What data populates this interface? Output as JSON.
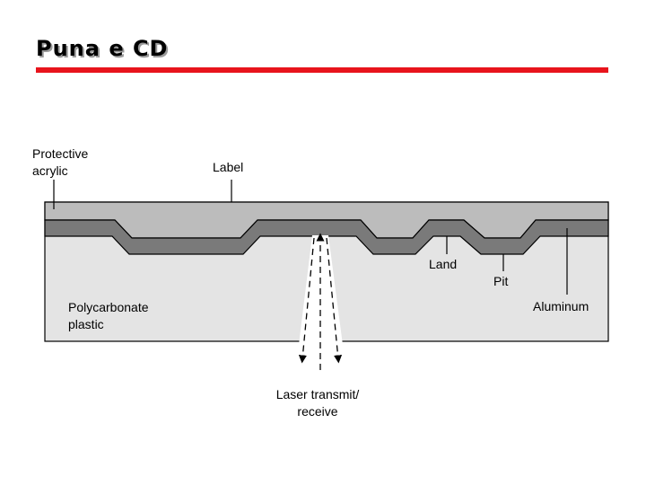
{
  "title": "Puna e CD",
  "colors": {
    "accent_rule": "#e8141c",
    "acrylic": "#bcbcbc",
    "aluminum": "#7a7a7a",
    "polycarbonate": "#e4e4e4",
    "outline": "#000000",
    "beam": "#ffffff"
  },
  "labels": {
    "protective_acrylic": "Protective\nacrylic",
    "label": "Label",
    "land": "Land",
    "pit": "Pit",
    "aluminum": "Aluminum",
    "polycarbonate_plastic": "Polycarbonate\nplastic",
    "laser": "Laser transmit/\nreceive"
  }
}
